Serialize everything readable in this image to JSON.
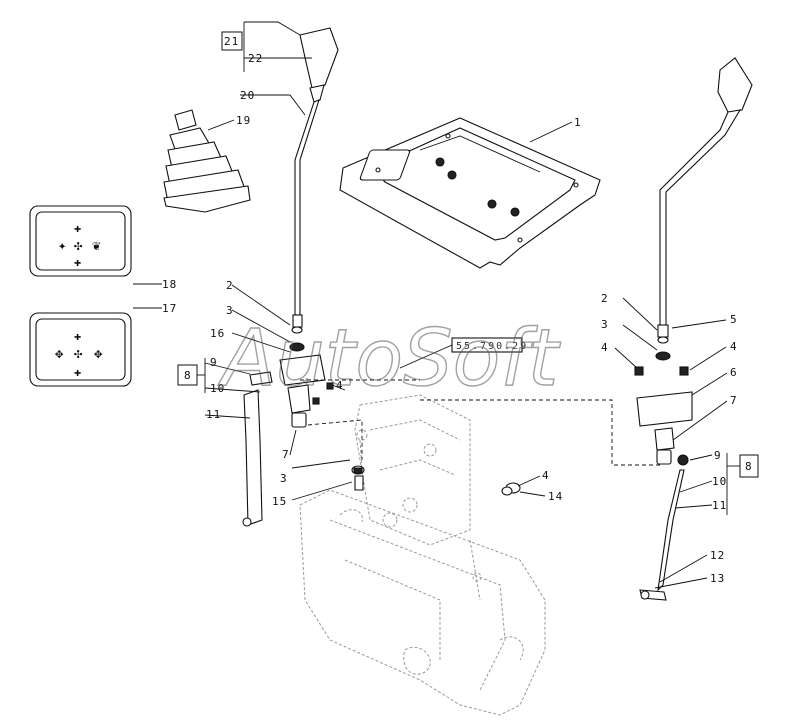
{
  "watermark": "AutoSoft",
  "reference": "55.790.29",
  "callouts": {
    "c1": "1",
    "c2a": "2",
    "c2b": "2",
    "c3a": "3",
    "c3b": "3",
    "c3c": "3",
    "c4a": "4",
    "c4b": "4",
    "c4c": "4",
    "c4d": "4",
    "c5": "5",
    "c6": "6",
    "c7a": "7",
    "c7b": "7",
    "c8a": "8",
    "c8b": "8",
    "c9a": "9",
    "c9b": "9",
    "c10a": "10",
    "c10b": "10",
    "c11a": "11",
    "c11b": "11",
    "c12": "12",
    "c13": "13",
    "c14": "14",
    "c15": "15",
    "c16": "16",
    "c17": "17",
    "c18": "18",
    "c19": "19",
    "c20": "20",
    "c21": "21",
    "c22": "22"
  }
}
